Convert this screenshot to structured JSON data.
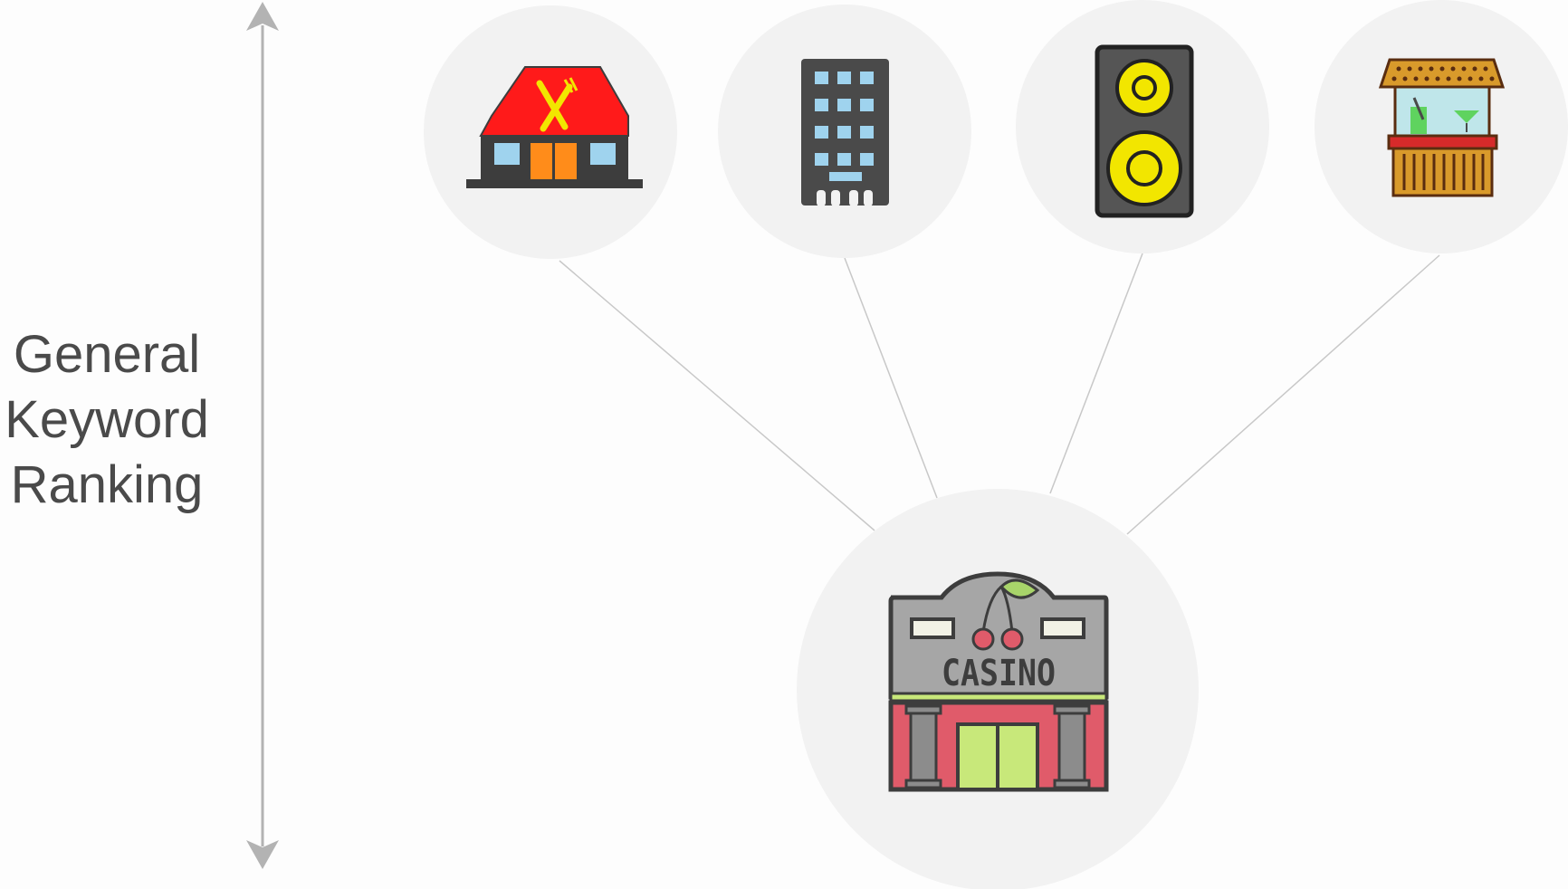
{
  "axis": {
    "label_lines": [
      "General",
      "Keyword",
      "Ranking"
    ]
  },
  "nodes": {
    "top": [
      {
        "name": "restaurant",
        "icon": "restaurant-icon"
      },
      {
        "name": "hotel",
        "icon": "hotel-building-icon"
      },
      {
        "name": "nightclub",
        "icon": "speaker-icon"
      },
      {
        "name": "bar",
        "icon": "bar-stand-icon"
      }
    ],
    "bottom": {
      "name": "casino",
      "icon": "casino-icon",
      "sign_text": "CASINO"
    }
  },
  "colors": {
    "circle_fill": "#f2f2f2",
    "connector": "#c8c8c8",
    "axis_arrow": "#b3b3b3",
    "label_text": "#4a4a4a"
  }
}
